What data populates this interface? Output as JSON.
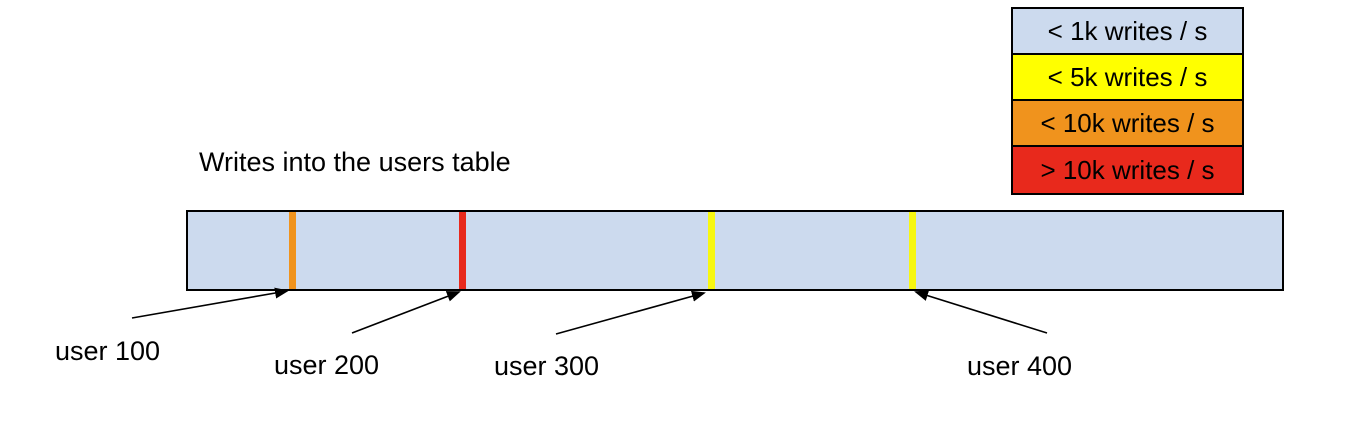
{
  "diagram": {
    "title": "Writes into the users table",
    "bar": {
      "fill": "#ccdaee",
      "border": "#000000"
    },
    "markers": [
      {
        "label": "user 100",
        "color": "#f0931d"
      },
      {
        "label": "user 200",
        "color": "#e8291c"
      },
      {
        "label": "user 300",
        "color": "#f7f711"
      },
      {
        "label": "user 400",
        "color": "#f7f711"
      }
    ]
  },
  "legend": {
    "items": [
      {
        "label": "< 1k writes / s",
        "color": "#ccdaee"
      },
      {
        "label": "< 5k writes / s",
        "color": "#ffff00"
      },
      {
        "label": "< 10k writes / s",
        "color": "#f0931d"
      },
      {
        "label": "> 10k writes / s",
        "color": "#e8291c"
      }
    ]
  }
}
